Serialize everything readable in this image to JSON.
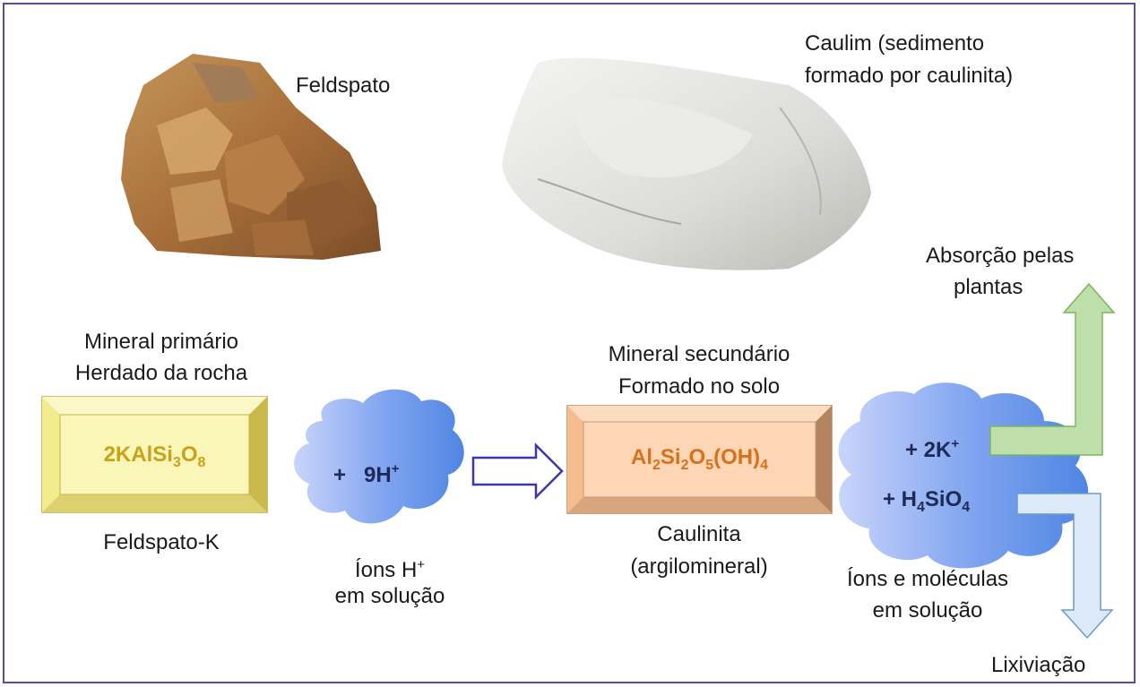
{
  "labels": {
    "feldspato_photo": "Feldspato",
    "caulim_line1": "Caulim (sedimento",
    "caulim_line2": "formado por caulinita)",
    "primario_line1": "Mineral primário",
    "primario_line2": "Herdado da rocha",
    "feldspato_k": "Feldspato-K",
    "ions_h_prefix": "Íons H",
    "ions_h_sup": "+",
    "em_solucao": "em solução",
    "secundario_line1": "Mineral secundário",
    "secundario_line2": "Formado no solo",
    "caulinita_line1": "Caulinita",
    "caulinita_line2": "(argilomineral)",
    "absorcao_line1": "Absorção pelas",
    "absorcao_line2": "plantas",
    "ions_moleculas_line1": "Íons e moléculas",
    "ions_moleculas_line2": "em solução",
    "lixiviacao": "Lixiviação"
  },
  "formulas": {
    "feldspar": {
      "p1": "2KAlSi",
      "s1": "3",
      "p2": "O",
      "s2": "8"
    },
    "h_ions": {
      "plus": "+",
      "coef": "9H",
      "sup": "+"
    },
    "kaolinite": {
      "p1": "Al",
      "s1": "2",
      "p2": "Si",
      "s2": "2",
      "p3": "O",
      "s3": "5",
      "p4": "(OH)",
      "s4": "4"
    },
    "potassium": {
      "text": "+ 2K",
      "sup": "+"
    },
    "silicic": {
      "p1": "+ H",
      "s1": "4",
      "p2": "SiO",
      "s2": "4"
    }
  },
  "colors": {
    "frame": "#5b4b9a",
    "feldspar_box": "#f7f3a8",
    "feldspar_text": "#c9a21c",
    "kaolinite_box": "#f9c9a0",
    "kaolinite_text": "#d9711c",
    "cloud_blue": "#5b8fe6",
    "arrow_outline": "#3d36a8",
    "green_arrow": "#bfdfaa",
    "blue_arrow": "#dce9f6"
  }
}
